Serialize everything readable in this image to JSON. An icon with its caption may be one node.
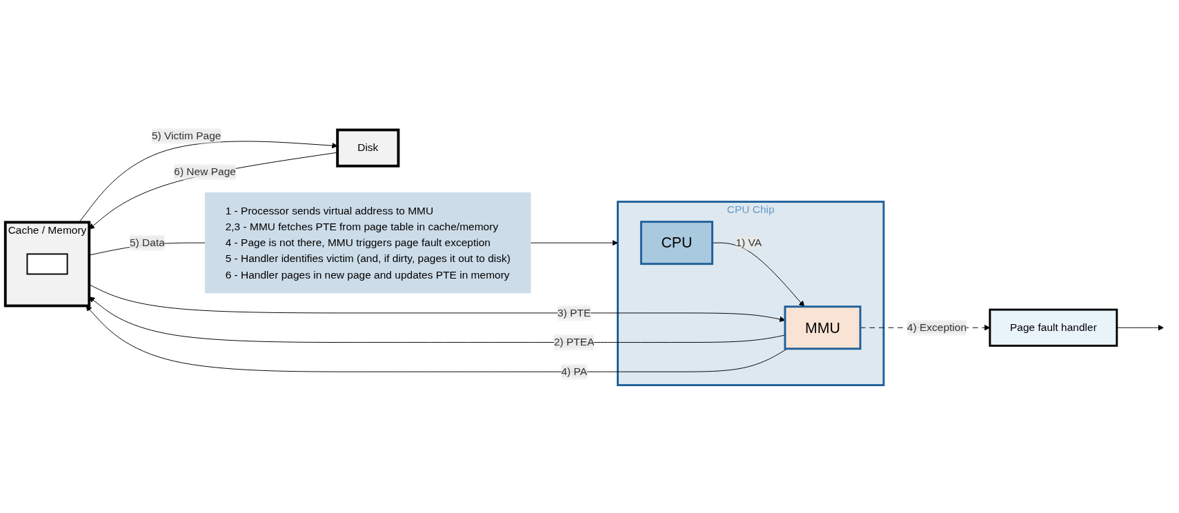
{
  "diagram": {
    "nodes": [
      {
        "text": [
          "CPU Chip"
        ]
      },
      {
        "text": [
          "CPU"
        ],
        "in": 0
      },
      {
        "text": [
          "MMU"
        ],
        "in": 0
      },
      {
        "text": [
          "Page fault handler"
        ]
      },
      {
        "text": [
          "Cache / Memory"
        ]
      },
      {
        "text": [
          "Disk"
        ]
      },
      {
        "text": [
          "1    - Processor sends virtual address to MMU",
          "2,3 - MMU fetches PTE from page table in cache/memory",
          "4    - Page is not there, MMU triggers page fault exception",
          "5    - Handler identifies victim (and, if dirty, pages it out to disk)",
          "6    - Handler pages in new page and updates PTE in memory"
        ]
      },
      {
        "text": [],
        "shape": "box",
        "in": 4
      }
    ],
    "edges": [
      {
        "from": 1,
        "to": 2,
        "arrow": "to",
        "label": "1) VA"
      },
      {
        "from": 2,
        "to": 4,
        "arrow": "to",
        "label": "2) PTEA"
      },
      {
        "from": 4,
        "to": 2,
        "arrow": "to",
        "label": "3) PTE"
      },
      {
        "from": 2,
        "to": 4,
        "arrow": "to",
        "label": "4) PA"
      },
      {
        "from": 2,
        "to": 3,
        "arrow": "to",
        "label": "4) Exception",
        "style": "dashed"
      },
      {
        "from": 3,
        "to": null,
        "arrow": "to"
      },
      {
        "from": 4,
        "to": 5,
        "arrow": "to",
        "label": "5) Victim Page"
      },
      {
        "from": 5,
        "to": 4,
        "arrow": "to",
        "label": "6) New Page"
      },
      {
        "from": 4,
        "to": 6,
        "arrow": "none",
        "label": "5) Data"
      },
      {
        "from": 6,
        "to": 0,
        "arrow": "to"
      }
    ]
  }
}
